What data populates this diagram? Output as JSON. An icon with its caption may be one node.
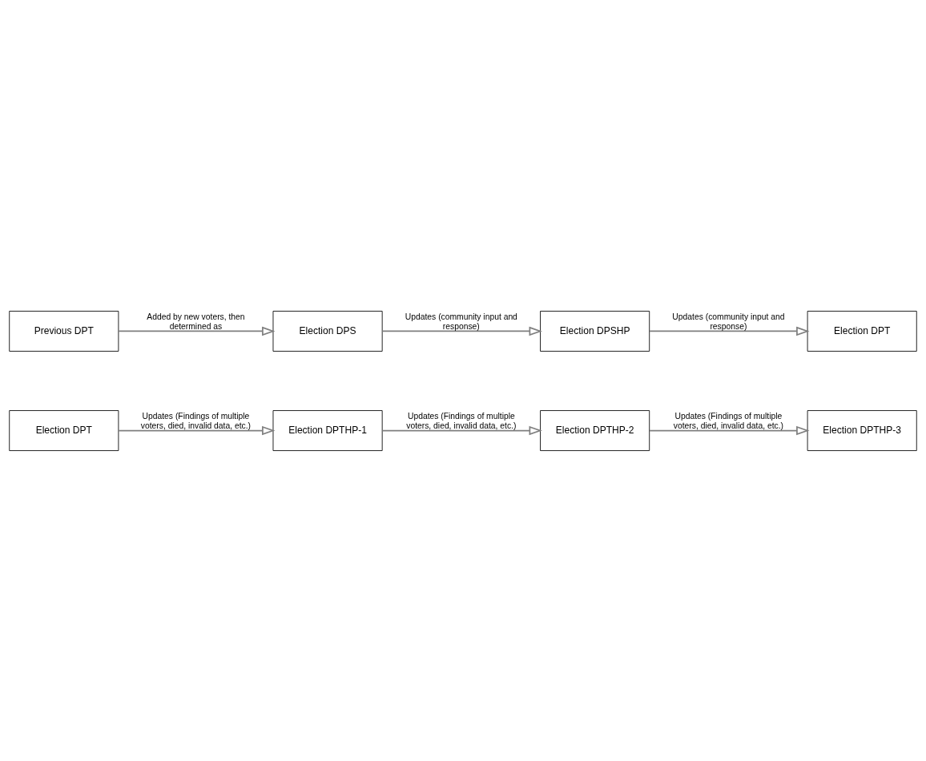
{
  "diagram": {
    "nodes": [
      {
        "text": [
          "Previous DPT"
        ]
      },
      {
        "text": [
          "Election DPS"
        ]
      },
      {
        "text": [
          "Election DPSHP"
        ]
      },
      {
        "text": [
          "Election DPT"
        ]
      },
      {
        "text": [
          "Election DPT"
        ]
      },
      {
        "text": [
          "Election DPTHP-1"
        ]
      },
      {
        "text": [
          "Election DPTHP-2"
        ]
      },
      {
        "text": [
          "Election DPTHP-3"
        ]
      }
    ],
    "edges": [
      {
        "from": 0,
        "to": 1,
        "arrow": "to",
        "label": "Added by new voters, then determined as"
      },
      {
        "from": 1,
        "to": 2,
        "arrow": "to",
        "label": "Updates (community input and response)"
      },
      {
        "from": 2,
        "to": 3,
        "arrow": "to",
        "label": "Updates (community input and response)"
      },
      {
        "from": 4,
        "to": 5,
        "arrow": "to",
        "label": "Updates (Findings of multiple voters, died, invalid data, etc.)"
      },
      {
        "from": 5,
        "to": 6,
        "arrow": "to",
        "label": "Updates (Findings of multiple voters, died, invalid data, etc.)"
      },
      {
        "from": 6,
        "to": 7,
        "arrow": "to",
        "label": "Updates (Findings of multiple voters, died, invalid data, etc.)"
      }
    ]
  }
}
